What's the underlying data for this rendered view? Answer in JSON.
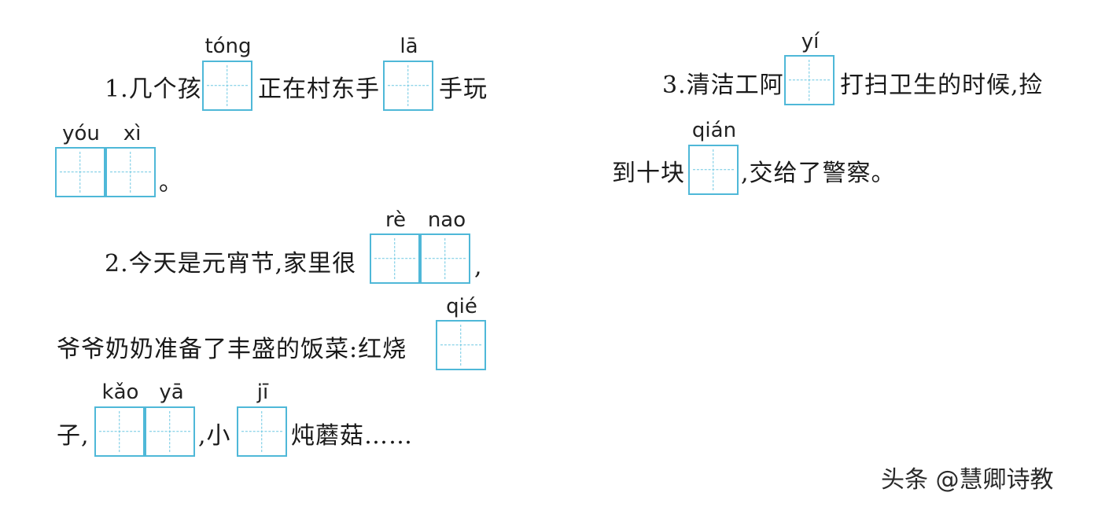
{
  "q1": {
    "text_a": "1.几个孩",
    "text_b": "正在村东手",
    "text_c": "手玩",
    "text_d": "。",
    "pinyin_tong": "tóng",
    "pinyin_la": "lā",
    "pinyin_you": "yóu",
    "pinyin_xi": "xì"
  },
  "q2": {
    "text_a": "2.今天是元宵节,家里很",
    "text_b": ",",
    "text_c": "爷爷奶奶准备了丰盛的饭菜:红烧",
    "text_d": "子,",
    "text_e": ",小",
    "text_f": "炖蘑菇……",
    "pinyin_re": "rè",
    "pinyin_nao": "nao",
    "pinyin_qie": "qié",
    "pinyin_kao": "kǎo",
    "pinyin_ya": "yā",
    "pinyin_ji": "jī"
  },
  "q3": {
    "text_a": "3.清洁工阿",
    "text_b": "打扫卫生的时候,捡",
    "text_c": "到十块",
    "text_d": ",交给了警察。",
    "pinyin_yi": "yí",
    "pinyin_qian": "qián"
  },
  "watermark": {
    "text": "头条 @慧卿诗教"
  },
  "colors": {
    "grid_border": "#4fb8d8",
    "grid_dash": "#6cc7e2"
  }
}
